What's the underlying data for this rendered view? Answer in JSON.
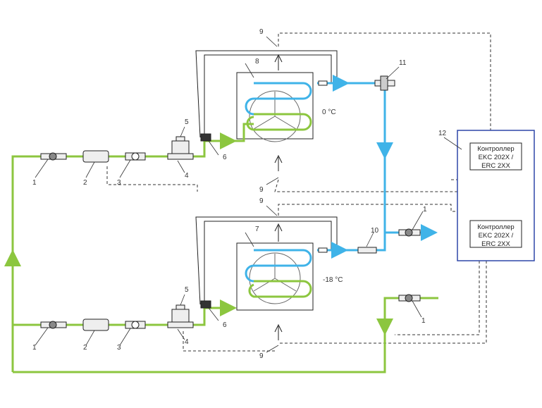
{
  "colors": {
    "liquid": "#8cc63f",
    "suction": "#3fb3e8",
    "controller_border": "#2e47a8",
    "line": "#222222"
  },
  "labels": {
    "n1": "1",
    "n2": "2",
    "n3": "3",
    "n4": "4",
    "n5": "5",
    "n6": "6",
    "n7": "7",
    "n8": "8",
    "n9": "9",
    "n10": "10",
    "n11": "11",
    "n12": "12"
  },
  "temps": {
    "upper": "0 °C",
    "lower": "-18 °C"
  },
  "controller": {
    "upper": [
      "Контроллер",
      "EKC 202X /",
      "ERC 2XX"
    ],
    "lower": [
      "Контроллер",
      "EKC 202X /",
      "ERC 2XX"
    ]
  }
}
